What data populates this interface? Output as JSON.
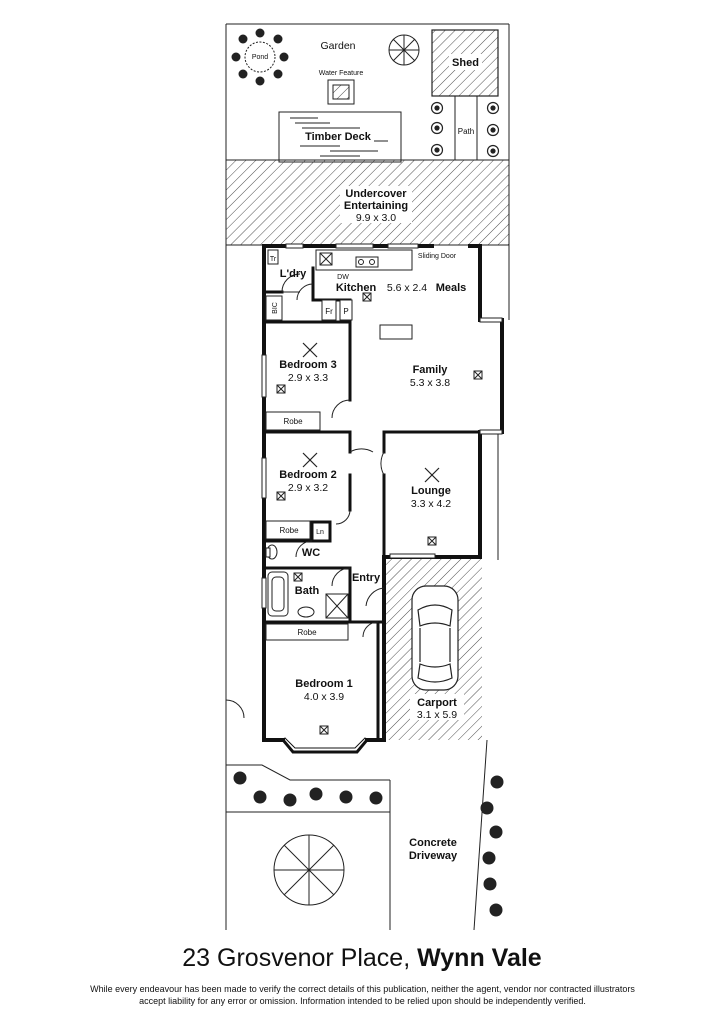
{
  "labels": {
    "garden": "Garden",
    "pond": "Pond",
    "water_feature": "Water Feature",
    "shed": "Shed",
    "path": "Path",
    "timber_deck": "Timber Deck",
    "undercover_line1": "Undercover",
    "undercover_line2": "Entertaining",
    "undercover_size": "9.9 x 3.0",
    "laundry": "L'dry",
    "tr": "Tr",
    "bic": "BIC",
    "dw": "DW",
    "sliding_door": "Sliding Door",
    "kitchen": "Kitchen",
    "kitchen_size": "5.6 x 2.4",
    "meals": "Meals",
    "fr": "Fr",
    "p": "P",
    "bedroom3": "Bedroom 3",
    "bedroom3_size": "2.9 x 3.3",
    "robe3": "Robe",
    "family": "Family",
    "family_size": "5.3 x 3.8",
    "bedroom2": "Bedroom 2",
    "bedroom2_size": "2.9 x 3.2",
    "robe2": "Robe",
    "ln": "Ln",
    "lounge": "Lounge",
    "lounge_size": "3.3 x 4.2",
    "wc": "WC",
    "entry": "Entry",
    "bath": "Bath",
    "robe1": "Robe",
    "bedroom1": "Bedroom 1",
    "bedroom1_size": "4.0 x 3.9",
    "carport": "Carport",
    "carport_size": "3.1 x 5.9",
    "driveway_line1": "Concrete",
    "driveway_line2": "Driveway"
  },
  "footer": {
    "street": "23 Grosvenor Place,",
    "suburb": "Wynn Vale",
    "disclaimer": "While every endeavour has been made to verify the correct details of this publication, neither the agent, vendor nor contracted illustrators accept liability for any error or omission. Information intended to be relied upon should be independently verified."
  }
}
